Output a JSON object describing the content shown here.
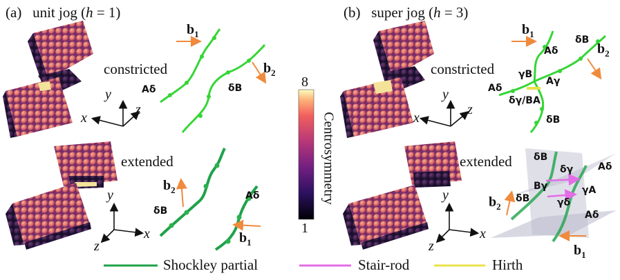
{
  "colors": {
    "shockley": "#1fa24a",
    "shockley_light": "#36d536",
    "stair_rod": "#e46ce6",
    "hirth": "#e8e24a",
    "arrow": "#f08a3c",
    "atom_dark": "#1a0f2e",
    "atom_mid": "#9a3c78",
    "atom_light": "#f1a27a"
  },
  "panels": {
    "a": {
      "tag": "(a)",
      "title": "unit jog (",
      "h_symbol": "h",
      "h_value": " = 1)"
    },
    "b": {
      "tag": "(b)",
      "title": "super jog (",
      "h_symbol": "h",
      "h_value": " = 3)"
    }
  },
  "states": {
    "constricted": "constricted",
    "extended": "extended"
  },
  "axes": {
    "x": "x",
    "y": "y",
    "z": "z"
  },
  "burgers": {
    "b1": "b",
    "b1_sub": "1",
    "b2": "b",
    "b2_sub": "2"
  },
  "partial_labels": {
    "a_top_left": "Aδ",
    "a_top_right": "δB",
    "a_bot_left": "δB",
    "a_bot_right": "Aδ",
    "b_top_Ad": "Aδ",
    "b_top_dB": "δB",
    "b_top_gB": "γB",
    "b_top_Ag": "Aγ",
    "b_top_Ad2": "Aδ",
    "b_top_dgBA": "δγ/BA",
    "b_top_dB2": "δB",
    "b_bot_dB": "δB",
    "b_bot_dg": "δγ",
    "b_bot_Ad": "Aδ",
    "b_bot_Bg": "Bγ",
    "b_bot_gA": "γA",
    "b_bot_dB2": "δB",
    "b_bot_gd": "γδ",
    "b_bot_Ad2": "Aδ"
  },
  "colorbar": {
    "title": "Centrosymmetry",
    "max": "8",
    "min": "1"
  },
  "legend": {
    "items": [
      {
        "label": "Shockley partial",
        "color": "#1fa24a"
      },
      {
        "label": "Stair-rod",
        "color": "#e46ce6"
      },
      {
        "label": "Hirth",
        "color": "#e8e24a"
      }
    ]
  }
}
